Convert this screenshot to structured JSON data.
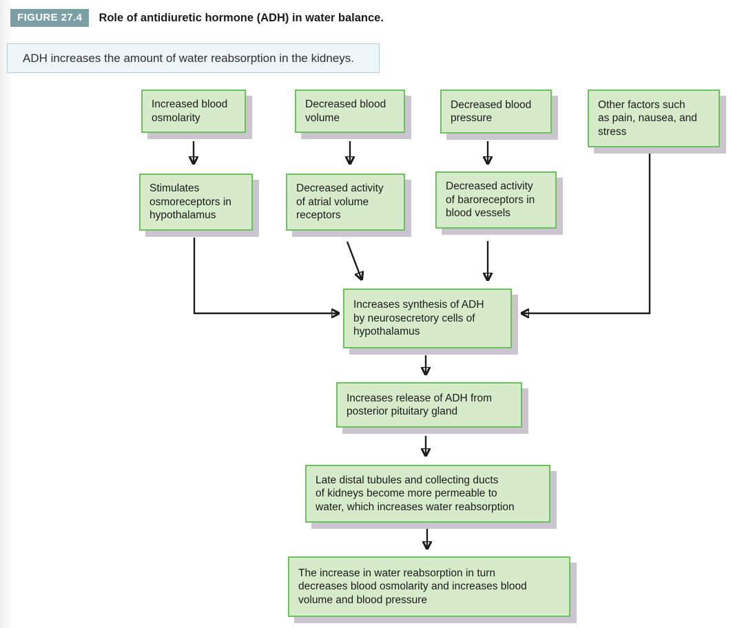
{
  "figure": {
    "badge_label": "FIGURE 27.4",
    "title": "Role of antidiuretic hormone (ADH) in water balance.",
    "callout": "ADH increases the amount of water reabsorption in the kidneys."
  },
  "colors": {
    "badge_bg": "#7aa0a6",
    "node_fill": "#d6ebca",
    "node_border": "#6cc05e",
    "node_shadow": "#cac5ce",
    "callout_fill": "#eef5f8",
    "callout_border": "#b3ced3",
    "arrow": "#1c1c1c"
  },
  "nodes": [
    {
      "id": "increased-blood-osmolarity",
      "text": "Increased blood\nosmolarity"
    },
    {
      "id": "decreased-blood-volume",
      "text": "Decreased blood\nvolume"
    },
    {
      "id": "decreased-blood-pressure",
      "text": "Decreased blood\npressure"
    },
    {
      "id": "other-factors",
      "text": "Other factors such\nas pain, nausea, and\nstress"
    },
    {
      "id": "stimulates-osmoreceptors",
      "text": "Stimulates\nosmoreceptors in\nhypothalamus"
    },
    {
      "id": "decreased-atrial-volume-receptors",
      "text": "Decreased activity\nof atrial volume\nreceptors"
    },
    {
      "id": "decreased-baroreceptors",
      "text": "Decreased activity\nof baroreceptors in\nblood vessels"
    },
    {
      "id": "increases-adh-synthesis",
      "text": "Increases synthesis of ADH\nby neurosecretory cells of\nhypothalamus"
    },
    {
      "id": "increases-adh-release",
      "text": "Increases release of ADH from\nposterior pituitary gland"
    },
    {
      "id": "tubules-more-permeable",
      "text": "Late distal tubules and collecting ducts\nof kidneys become more permeable to\nwater, which increases water reabsorption"
    },
    {
      "id": "water-reabsorption-result",
      "text": "The increase in water reabsorption in turn\ndecreases blood osmolarity and increases blood\nvolume and blood pressure"
    }
  ]
}
